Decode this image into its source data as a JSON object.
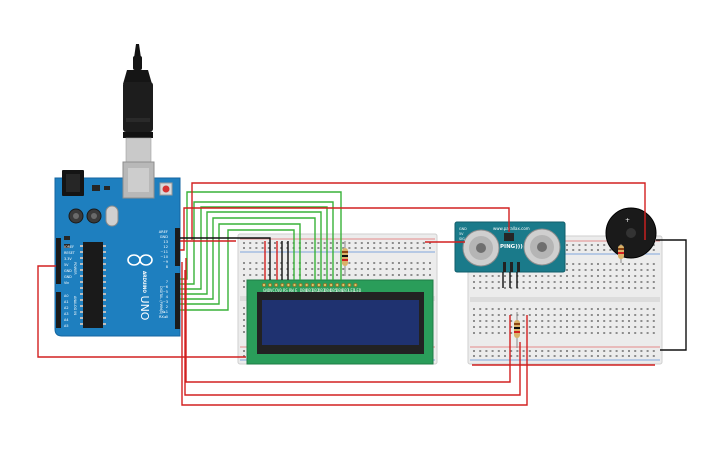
{
  "arduino": {
    "brand_text": "ARDUINO",
    "model_text": "UNO",
    "header_top_labels": [
      "AREF",
      "GND",
      "13",
      "12",
      "~11",
      "~10",
      "~9",
      "8"
    ],
    "header_bottom_labels": [
      "7",
      "~6",
      "~5",
      "4",
      "~3",
      "2",
      "TX▸1",
      "RX◂0"
    ],
    "power_labels": [
      "IOREF",
      "RESET",
      "3.3V",
      "5V",
      "GND",
      "GND",
      "Vin"
    ],
    "analog_labels": [
      "A0",
      "A1",
      "A2",
      "A3",
      "A4",
      "A5"
    ],
    "power_title": "POWER",
    "analog_title": "ANALOG IN",
    "digital_title": "DIGITAL (PWM~)"
  },
  "lcd": {
    "pin_labels": [
      "GND",
      "VCC",
      "V0",
      "RS",
      "RW",
      "E",
      "DB0",
      "DB1",
      "DB2",
      "DB3",
      "DB4",
      "DB5",
      "DB6",
      "DB7",
      "LED",
      "LED"
    ]
  },
  "sensor": {
    "model_text": "PING)))",
    "site_text": "www.parallax.com",
    "pin_labels": [
      "GND",
      "5V",
      "SIG"
    ]
  },
  "colors": {
    "board": "#1e7fbf",
    "lcd_pcb": "#2a9d5a",
    "lcd_screen": "#1f3270",
    "sensor_pcb": "#1a7a8a",
    "wire_red": "#d22020",
    "wire_green": "#38b238",
    "wire_black": "#111111",
    "breadboard": "#ececec"
  }
}
